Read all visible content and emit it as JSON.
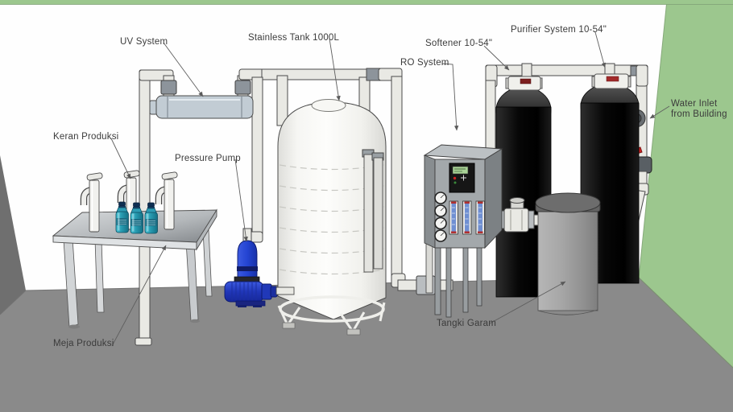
{
  "viewport": {
    "description": "SketchUp-style 3D model of a drinking water treatment line with callout labels"
  },
  "labels": {
    "uv_system": "UV System",
    "stainless_tank": "Stainless Tank 1000L",
    "softener": "Softener 10-54\"",
    "purifier": "Purifier System 10-54\"",
    "ro_system": "RO System",
    "water_inlet_line1": "Water Inlet",
    "water_inlet_line2": "from Building",
    "keran_produksi": "Keran Produksi",
    "pressure_pump": "Pressure Pump",
    "meja_produksi": "Meja Produksi",
    "tangki_garam": "Tangki Garam"
  },
  "colors": {
    "wall_white": "#fefefe",
    "wall_green": "#9cc78e",
    "floor_gray": "#8a8a8a",
    "side_wall": "#6f6f6f",
    "pipe_fill": "#e9e9e4",
    "pipe_stroke": "#4b4b4b",
    "union_gray": "#8d949b",
    "uv_body": "#c2ccd4",
    "black_tank": "#0d0d0d",
    "garam_gray": "#a0a0a0",
    "garam_lid": "#646464",
    "pump_blue": "#2847d0",
    "bottle_teal": "#2fa9bd",
    "cabinet_gray": "#a3a8ab",
    "cabinet_side": "#7c8184",
    "panel_black": "#161616",
    "lcd_green": "#a8d296",
    "red_handle": "#cc2222",
    "label_text": "#3b3b3b",
    "leader_line": "#5f5f5f"
  }
}
